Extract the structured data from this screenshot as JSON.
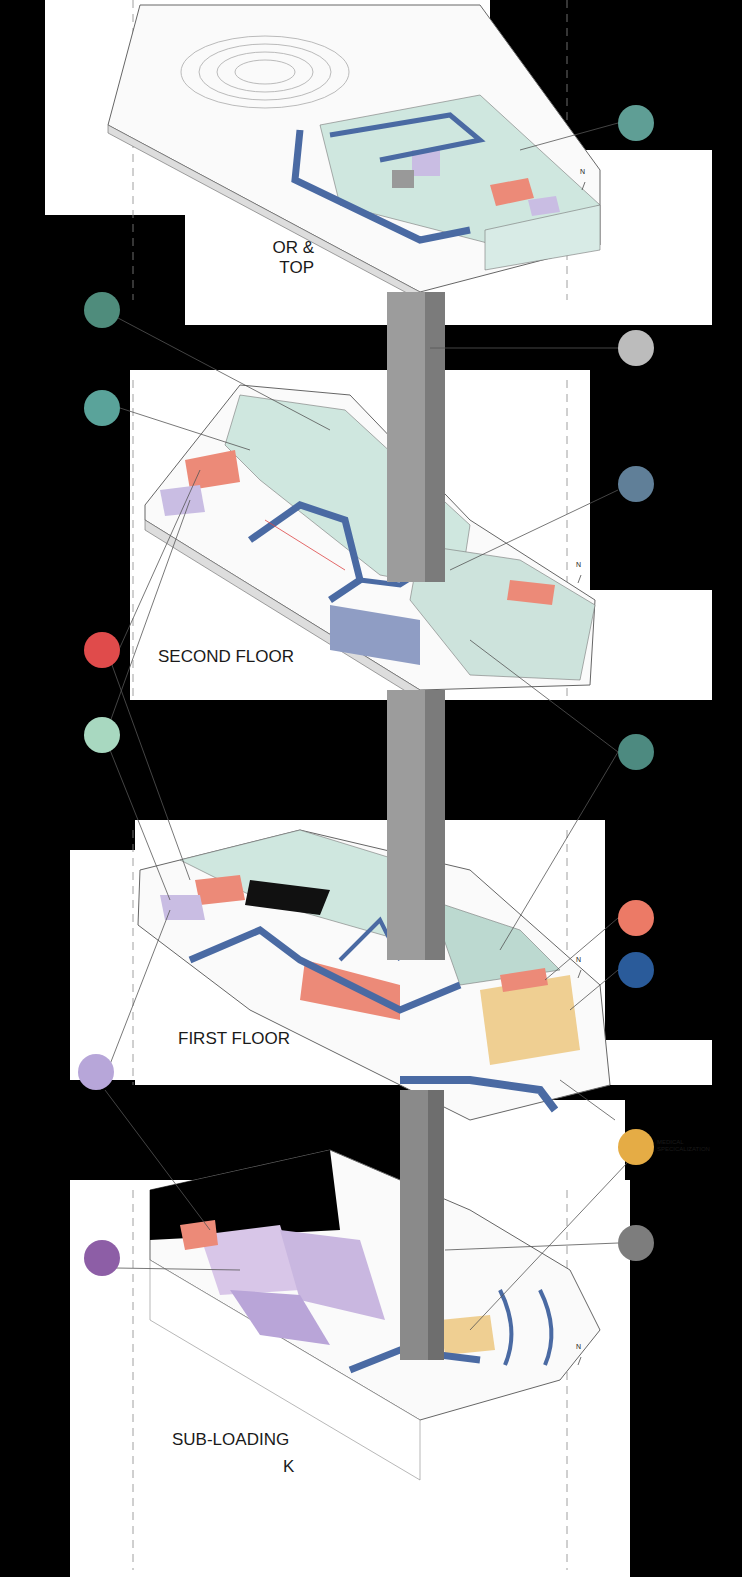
{
  "diagram": {
    "labels": [
      "OR & TOP",
      "N",
      "SECOND FLOOR",
      "N",
      "FIRST FLOOR",
      "N",
      "SUB-LOADING",
      "K",
      "N"
    ],
    "legend": [
      {
        "text": "MEDICAL SPECICALIZATION",
        "color": "#e5ac45"
      }
    ]
  }
}
